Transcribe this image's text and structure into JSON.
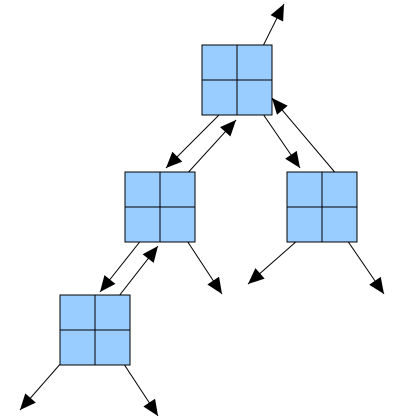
{
  "diagram": {
    "kind": "binary tree with parent pointers",
    "colors": {
      "node_fill": "#99ccff",
      "node_border": "#000000",
      "edge": "#000000",
      "background": "#ffffff"
    },
    "nodes": [
      {
        "id": "root"
      },
      {
        "id": "left-child"
      },
      {
        "id": "right-child"
      },
      {
        "id": "left-left-child"
      }
    ],
    "edges": [
      {
        "from": "root",
        "to": "parent-pointer-out",
        "kind": "parent"
      },
      {
        "from": "root",
        "to": "left-child",
        "kind": "child"
      },
      {
        "from": "left-child",
        "to": "root",
        "kind": "parent"
      },
      {
        "from": "root",
        "to": "right-child",
        "kind": "child"
      },
      {
        "from": "right-child",
        "to": "root",
        "kind": "parent"
      },
      {
        "from": "left-child",
        "to": "left-left-child",
        "kind": "child"
      },
      {
        "from": "left-left-child",
        "to": "left-child",
        "kind": "parent"
      },
      {
        "from": "left-child",
        "to": "null-pointer",
        "kind": "child"
      },
      {
        "from": "right-child",
        "to": "null-pointer",
        "kind": "child"
      },
      {
        "from": "right-child",
        "to": "null-pointer",
        "kind": "child"
      },
      {
        "from": "left-left-child",
        "to": "null-pointer",
        "kind": "child"
      },
      {
        "from": "left-left-child",
        "to": "null-pointer",
        "kind": "child"
      }
    ]
  }
}
